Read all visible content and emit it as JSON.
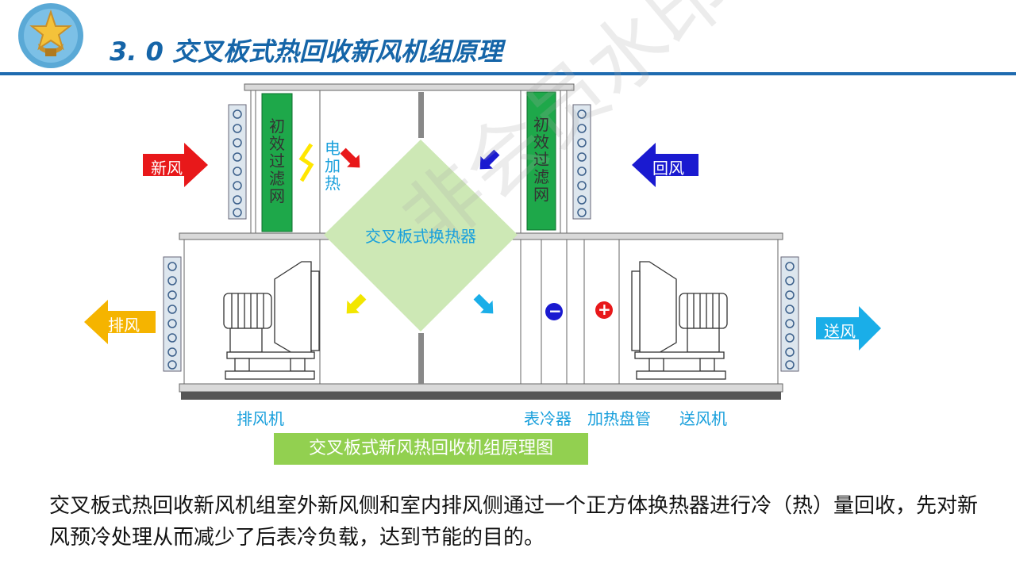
{
  "header": {
    "title": "3. 0 交叉板式热回收新风机组原理"
  },
  "diagram": {
    "filter_left": [
      "初",
      "效",
      "过",
      "滤",
      "网"
    ],
    "filter_right": [
      "初",
      "效",
      "过",
      "滤",
      "网"
    ],
    "electric_heater": [
      "电",
      "加",
      "热"
    ],
    "heat_exchanger": "交叉板式换热器",
    "arrows": {
      "fresh_air": "新风",
      "return_air": "回风",
      "exhaust_air": "排风",
      "supply_air": "送风"
    },
    "components": {
      "exhaust_fan": "排风机",
      "cooling_coil": "表冷器",
      "heating_coil": "加热盘管",
      "supply_fan": "送风机"
    },
    "coil_symbols": {
      "cooling": "−",
      "heating": "+"
    },
    "watermark": "非会员水印",
    "caption": "交叉板式新风热回收机组原理图"
  },
  "description": "交叉板式热回收新风机组室外新风侧和室内排风侧通过一个正方体换热器进行冷（热）量回收，先对新风预冷处理从而减少了后表冷负载，达到节能的目的。",
  "colors": {
    "title": "#1565a8",
    "rule": "#1f6bb0",
    "filter": "#1ea84a",
    "heat_exchanger": "#cde8b5",
    "fresh_arrow": "#e8181a",
    "return_arrow": "#1a1ad0",
    "exhaust_arrow": "#f5b400",
    "supply_arrow": "#1aaee8",
    "caption_bg": "#92d050"
  }
}
